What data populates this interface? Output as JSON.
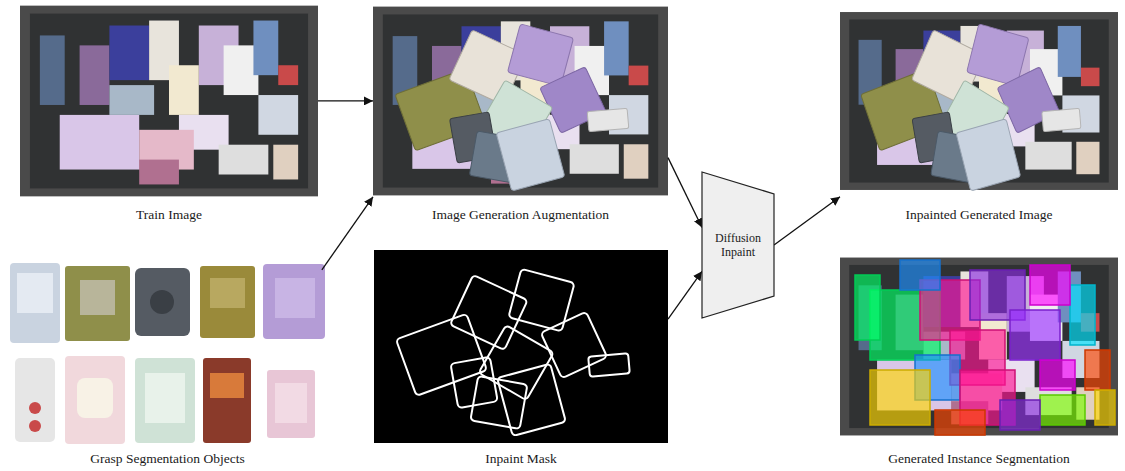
{
  "diagram": {
    "nodes": [
      {
        "text": [
          "Train Image"
        ]
      },
      {
        "text": [
          "Grasp Segmentation Objects"
        ]
      },
      {
        "text": [
          "Image Generation Augmentation"
        ]
      },
      {
        "text": [
          "Inpaint Mask"
        ]
      },
      {
        "text": [
          "Diffusion Inpaint"
        ]
      },
      {
        "text": [
          "Inpainted Generated Image"
        ]
      },
      {
        "text": [
          "Generated Instance Segmentation"
        ]
      }
    ],
    "edges": [
      {
        "from": 0,
        "to": 2,
        "arrow": "to"
      },
      {
        "from": 1,
        "to": 2,
        "arrow": "to"
      },
      {
        "from": 2,
        "to": 4,
        "arrow": "to"
      },
      {
        "from": 3,
        "to": 4,
        "arrow": "to"
      },
      {
        "from": 4,
        "to": 5,
        "arrow": "to"
      }
    ]
  }
}
